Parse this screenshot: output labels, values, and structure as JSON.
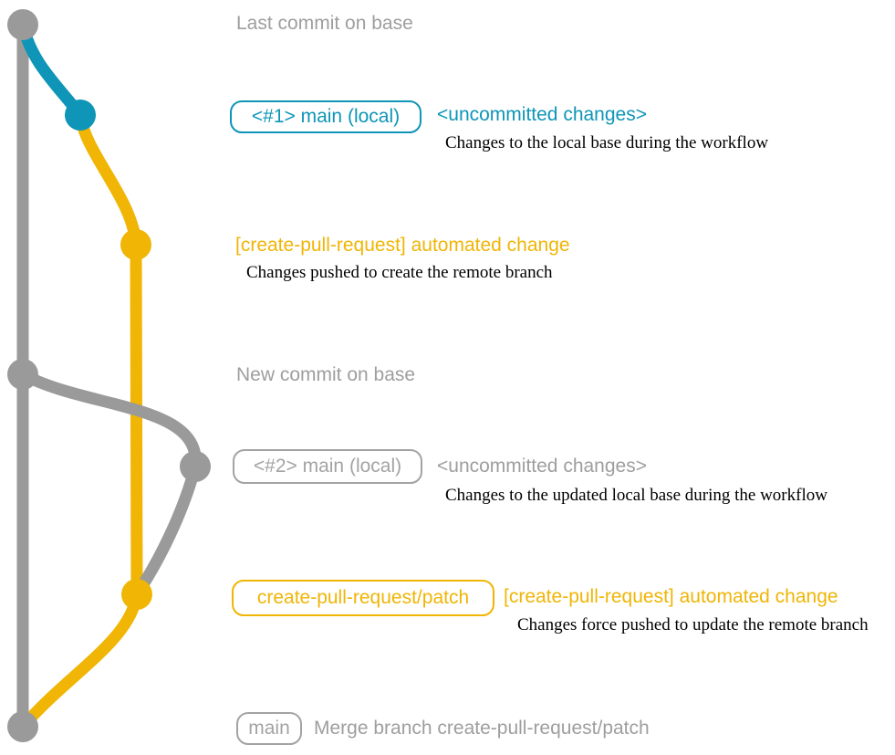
{
  "colors": {
    "gray_line": "#9a9a9a",
    "blue_line": "#0e95b7",
    "yellow_line": "#f0b505",
    "gray_text": "#9e9e9e",
    "note_text": "#000000"
  },
  "annotations": {
    "last_commit_on_base": "Last commit on base",
    "new_commit_on_base": "New commit on base"
  },
  "row1": {
    "badge": "<#1> main (local)",
    "title": "<uncommitted changes>",
    "note": "Changes to the local base during the workflow"
  },
  "row2": {
    "title": "[create-pull-request] automated change",
    "note": "Changes pushed to create the remote branch"
  },
  "row3": {
    "badge": "<#2> main (local)",
    "title": "<uncommitted changes>",
    "note": "Changes to the updated local base during the workflow"
  },
  "row4": {
    "badge": "create-pull-request/patch",
    "title": "[create-pull-request] automated change",
    "note": "Changes force pushed to update the remote branch"
  },
  "row5": {
    "badge": "main",
    "title": "Merge branch create-pull-request/patch"
  }
}
